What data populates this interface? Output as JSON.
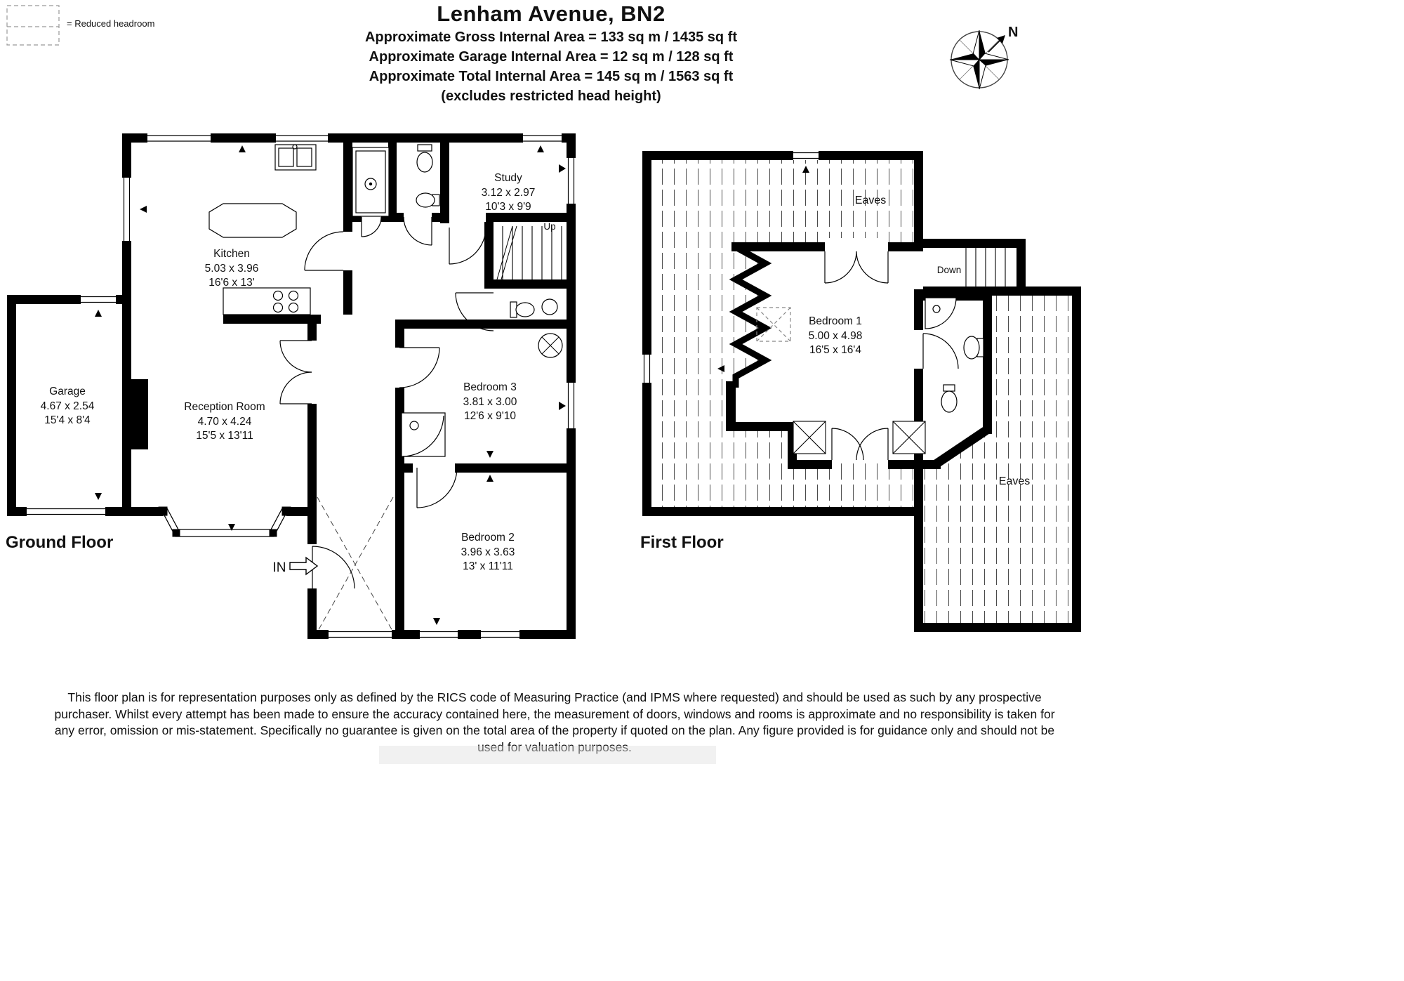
{
  "header": {
    "title": "Lenham Avenue, BN2",
    "subtitle_lines": [
      "Approximate Gross Internal Area = 133 sq m / 1435 sq ft",
      "Approximate Garage Internal Area = 12 sq m / 128 sq ft",
      "Approximate Total Internal Area = 145 sq m / 1563 sq ft",
      "(excludes restricted head height)"
    ]
  },
  "legend": {
    "reduced_headroom": "= Reduced headroom"
  },
  "compass": {
    "north": "N"
  },
  "colors": {
    "wall": "#000000",
    "text": "#111111",
    "hatch": "#4a4a4a"
  },
  "ground_floor": {
    "title": "Ground Floor",
    "stairs_label": "Up",
    "entrance_label": "IN",
    "rooms": {
      "kitchen": {
        "name": "Kitchen",
        "metric": "5.03 x 3.96",
        "imperial": "16'6 x 13'"
      },
      "reception": {
        "name": "Reception Room",
        "metric": "4.70 x 4.24",
        "imperial": "15'5 x 13'11"
      },
      "garage": {
        "name": "Garage",
        "metric": "4.67 x 2.54",
        "imperial": "15'4 x 8'4"
      },
      "study": {
        "name": "Study",
        "metric": "3.12 x 2.97",
        "imperial": "10'3 x 9'9"
      },
      "bedroom3": {
        "name": "Bedroom 3",
        "metric": "3.81 x 3.00",
        "imperial": "12'6 x 9'10"
      },
      "bedroom2": {
        "name": "Bedroom 2",
        "metric": "3.96 x 3.63",
        "imperial": "13' x 11'11"
      }
    }
  },
  "first_floor": {
    "title": "First Floor",
    "stairs_label": "Down",
    "eaves_top": "Eaves",
    "eaves_right": "Eaves",
    "rooms": {
      "bedroom1": {
        "name": "Bedroom 1",
        "metric": "5.00 x 4.98",
        "imperial": "16'5 x 16'4"
      }
    }
  },
  "disclaimer": {
    "text": "This floor plan is for representation purposes only as defined by the RICS code of Measuring Practice (and IPMS where requested) and should be used as such by any prospective purchaser. Whilst every attempt has been made to ensure the accuracy contained here, the measurement of doors, windows and rooms is approximate and no responsibility is taken for any error, omission or mis-statement. Specifically no guarantee is given on the total area of the property if quoted on the plan. Any figure provided is for guidance only and should not be used for valuation purposes."
  }
}
